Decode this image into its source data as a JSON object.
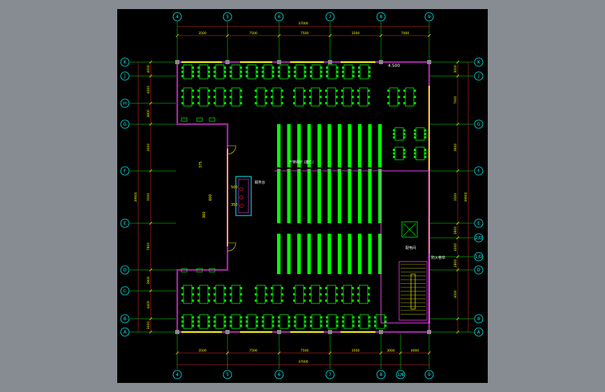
{
  "drawing": {
    "colors": {
      "background": "#000000",
      "frame": "#878c93",
      "axis": "#00ff00",
      "bubble": "#00ffff",
      "dimension": "#ff3030",
      "dim_text": "#ffff00",
      "wall": "#ff40ff",
      "window": "#ffff00",
      "furniture": "#00ff00",
      "label": "#ffffff"
    },
    "top_axes": [
      "4",
      "5",
      "6",
      "7",
      "8",
      "9"
    ],
    "bottom_axes": [
      "4",
      "5",
      "6",
      "7",
      "8",
      "1/8",
      "9"
    ],
    "left_axes": [
      "K",
      "J",
      "H",
      "G",
      "F",
      "E",
      "D",
      "C",
      "B",
      "A"
    ],
    "right_axes": [
      "K",
      "J",
      "G",
      "F",
      "E",
      "2/D",
      "1/D",
      "D",
      "B",
      "A"
    ],
    "top_dims": {
      "total": "37000",
      "segments": [
        "3500",
        "7500",
        "7500",
        "3500",
        "7000"
      ]
    },
    "bottom_dims": {
      "total": "37000",
      "segments": [
        "3500",
        "7500",
        "7500",
        "3500",
        "3000",
        "4000"
      ]
    },
    "left_dims": {
      "total": "39900",
      "segments": [
        "4000",
        "4000",
        "3800",
        "3000",
        "3500",
        "7800",
        "2800",
        "4400",
        "3000"
      ]
    },
    "right_dims": {
      "total": "39900",
      "segments": [
        "3000",
        "7000",
        "3600",
        "3500",
        "3800",
        "4000",
        "2800",
        "3000"
      ]
    },
    "labels": {
      "elevation": "4.500",
      "reading_area": "开架阅览 (座位)",
      "core_room": "配电间",
      "stair_note": "防火卷帘",
      "desk_dim_a": "375",
      "desk_dim_b": "500",
      "desk_dim_c": "350",
      "desk_dim_d": "600",
      "desk_dim_e": "360",
      "desk_label": "服务台"
    }
  }
}
